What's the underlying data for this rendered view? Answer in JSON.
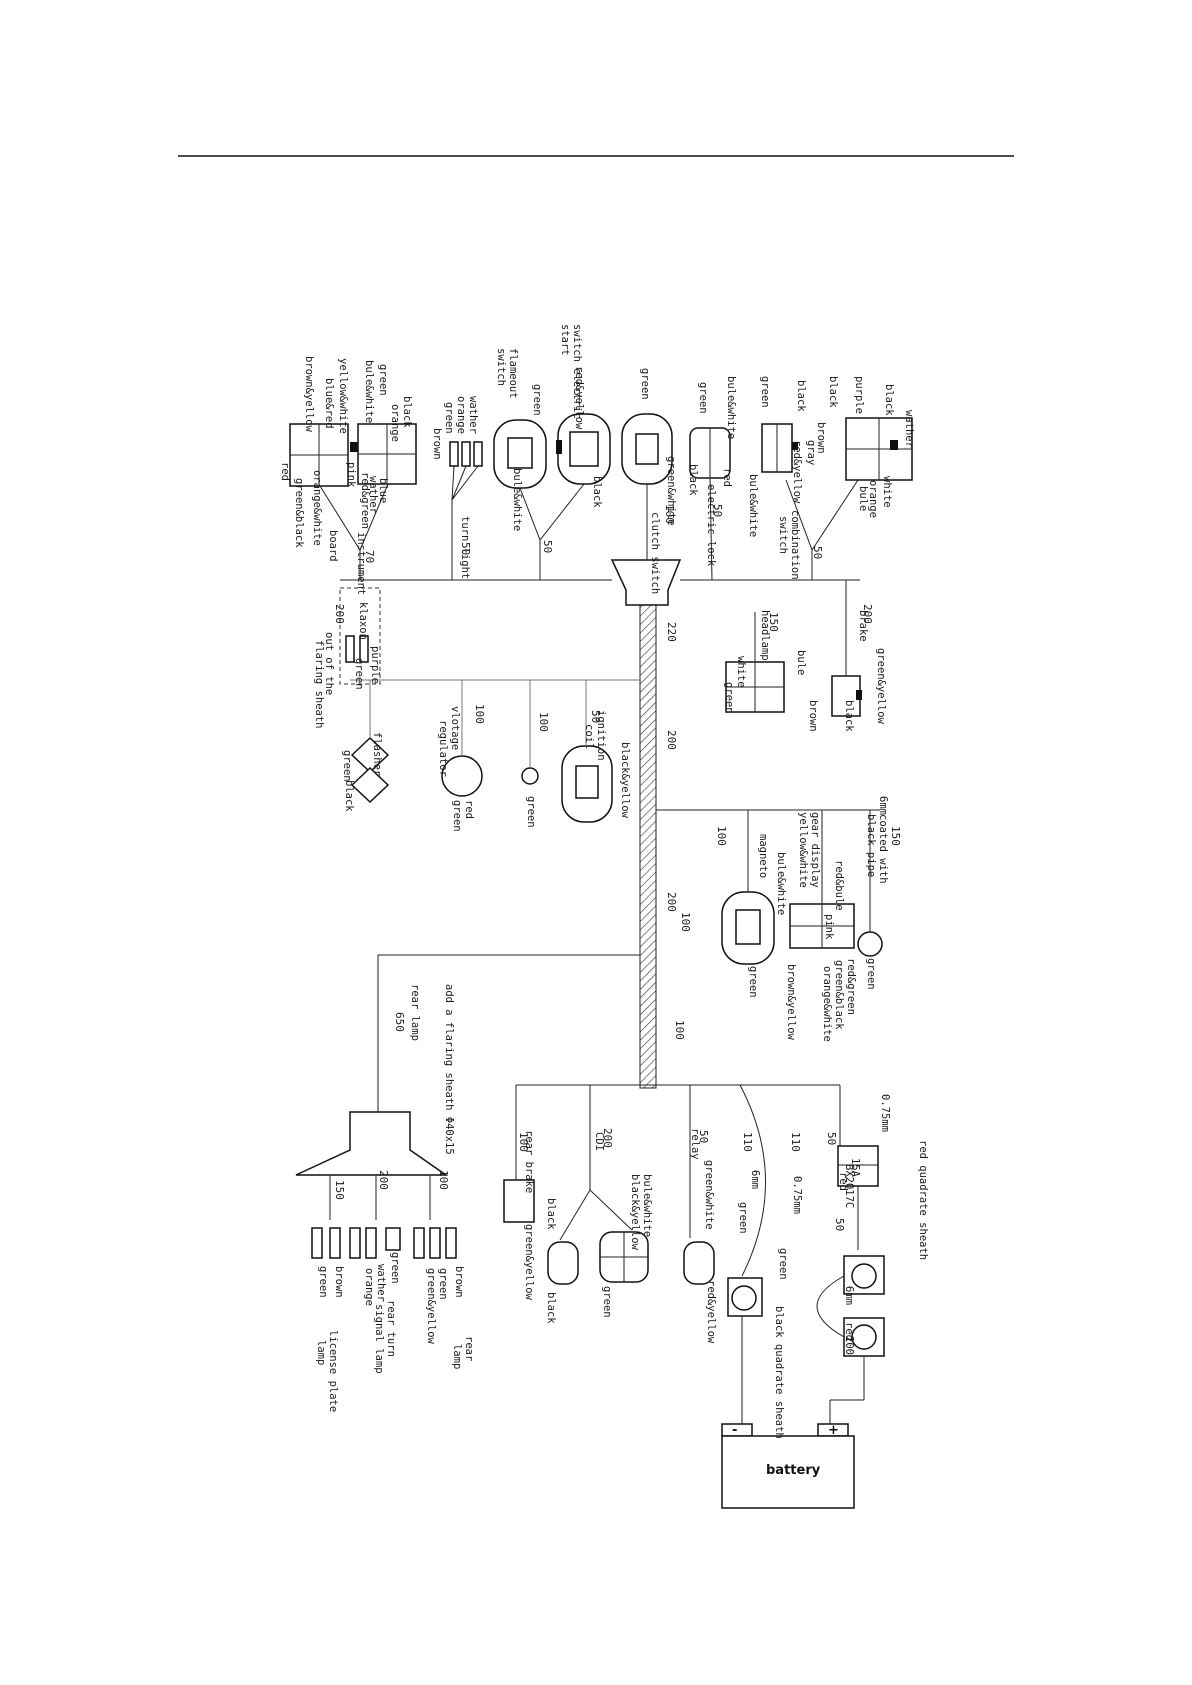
{
  "diagram": {
    "battery": {
      "label": "battery",
      "minus": "-",
      "plus": "+"
    },
    "top_labels": [
      "wather",
      "black",
      "white",
      "purple",
      "orange",
      "bule",
      "black",
      "brown",
      "gray",
      "green",
      "red&yellow",
      "black",
      "bule&white",
      "combination",
      "switch",
      "bule&white",
      "green",
      "red",
      "black",
      "electric lock",
      "green",
      "green&white",
      "clutch switch",
      "switch electric",
      "start",
      "red&yellow",
      "black",
      "flameout",
      "switch",
      "green",
      "bule&white",
      "wather",
      "orange",
      "green",
      "brown",
      "turn light",
      "black",
      "orange",
      "green",
      "bule&white",
      "blue",
      "wather",
      "red&green",
      "instrument",
      "board",
      "yellow&white",
      "pink",
      "blue&red",
      "orange&white",
      "brown&yellow",
      "green&black",
      "red",
      "klaxon",
      "purple",
      "green",
      "out of the",
      "flaring sheath",
      "brake",
      "green&yellow",
      "black",
      "headlamp",
      "bule",
      "brown",
      "white",
      "green"
    ],
    "mid_labels": [
      "flasher",
      "green",
      "black",
      "vlotage",
      "regulator",
      "red",
      "green",
      "green",
      "ignition",
      "coil",
      "black&yellow",
      "6mm",
      "coated with",
      "black pipe",
      "green",
      "gear display",
      "red&bule",
      "pink",
      "yellow&white",
      "red&green",
      "green&black",
      "orange&white",
      "brown&yellow",
      "magneto",
      "bule&white",
      "green"
    ],
    "bottom_labels": [
      "add a flaring sheath Φ40x15",
      "rear lamp",
      "brown",
      "green",
      "green&yellow",
      "rear",
      "lamp",
      "green",
      "wather",
      "orange",
      "rear turn",
      "signal lamp",
      "brown",
      "green",
      "license plate",
      "lamp",
      "rear brake",
      "black",
      "green&yellow",
      "CDI",
      "bule&white",
      "black&yellow",
      "black",
      "green",
      "relay",
      "green&white",
      "red&yellow",
      "6mm",
      "green",
      "0.75mm",
      "green",
      "0.75mm",
      "red",
      "15A",
      "BX2017C",
      "red quadrate sheath",
      "6mm",
      "red",
      "200",
      "black quadrate sheath"
    ],
    "numbers": [
      "50",
      "50",
      "100",
      "50",
      "50",
      "70",
      "200",
      "150",
      "200",
      "220",
      "200",
      "100",
      "100",
      "50",
      "100",
      "150",
      "100",
      "200",
      "100",
      "650",
      "150",
      "200",
      "100",
      "100",
      "200",
      "50",
      "110",
      "110",
      "50",
      "50"
    ]
  }
}
